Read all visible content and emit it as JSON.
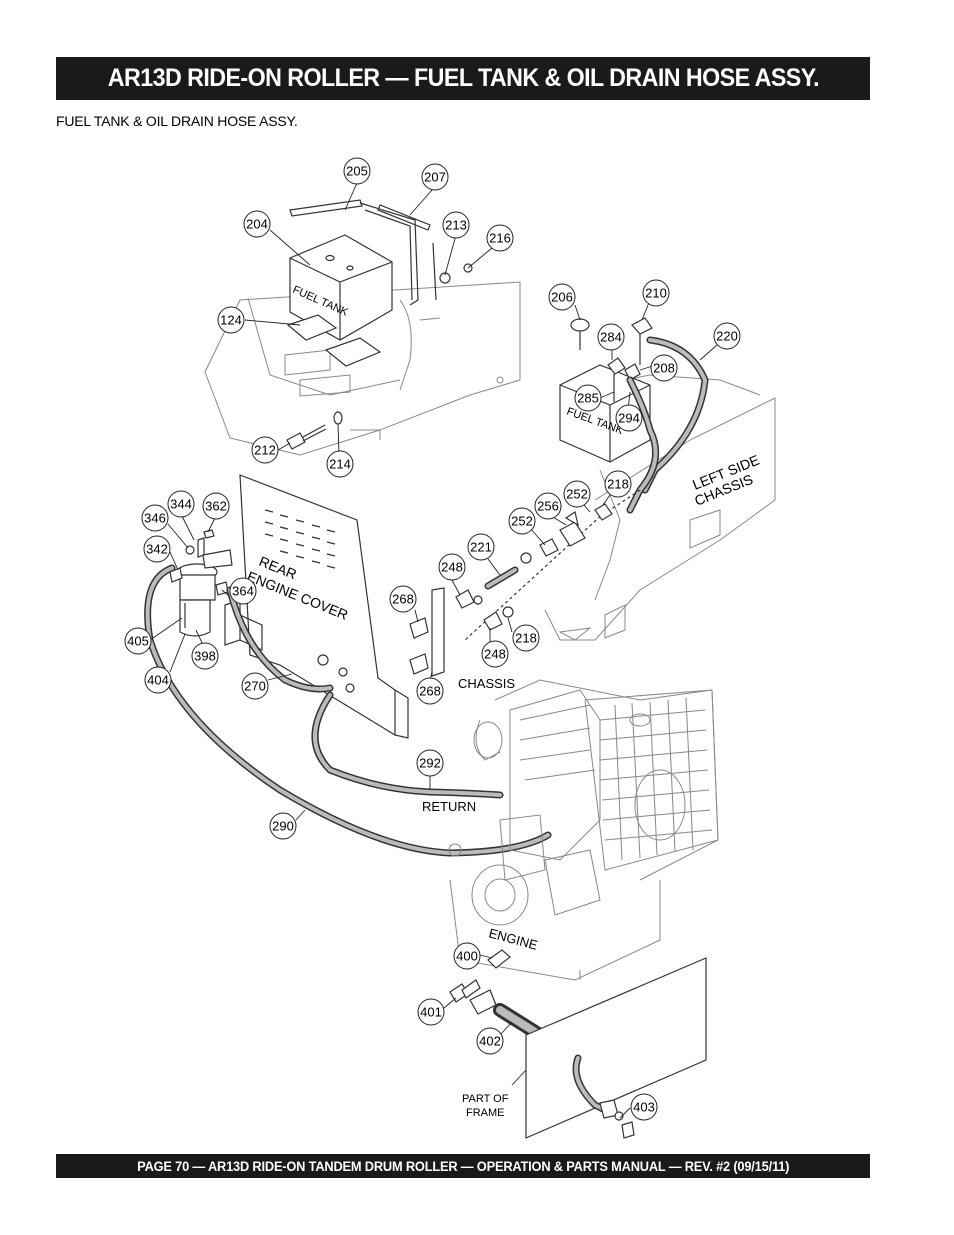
{
  "header": {
    "title": "AR13D RIDE-ON ROLLER — FUEL TANK & OIL DRAIN HOSE ASSY.",
    "subtitle": "FUEL TANK & OIL DRAIN HOSE ASSY."
  },
  "footer": {
    "text": "PAGE 70 — AR13D RIDE-ON TANDEM DRUM ROLLER — OPERATION & PARTS MANUAL — REV. #2 (09/15/11)"
  },
  "diagram_labels": {
    "fuel_tank_1": "FUEL TANK",
    "fuel_tank_2": "FUEL TANK",
    "left_side_chassis_1": "LEFT SIDE",
    "left_side_chassis_2": "CHASSIS",
    "rear_engine_cover_1": "REAR",
    "rear_engine_cover_2": "ENGINE COVER",
    "chassis": "CHASSIS",
    "return": "RETURN",
    "engine": "ENGINE",
    "part_of_frame_1": "PART OF",
    "part_of_frame_2": "FRAME"
  },
  "callouts": {
    "c205": "205",
    "c207": "207",
    "c204": "204",
    "c213": "213",
    "c216": "216",
    "c124": "124",
    "c206": "206",
    "c210": "210",
    "c284": "284",
    "c220": "220",
    "c208": "208",
    "c285": "285",
    "c294": "294",
    "c212": "212",
    "c214": "214",
    "c218a": "218",
    "c252a": "252",
    "c256": "256",
    "c252b": "252",
    "c221": "221",
    "c248a": "248",
    "c268a": "268",
    "c218b": "218",
    "c248b": "248",
    "c268b": "268",
    "c344": "344",
    "c362": "362",
    "c346": "346",
    "c342": "342",
    "c364": "364",
    "c405": "405",
    "c398": "398",
    "c404": "404",
    "c270": "270",
    "c292": "292",
    "c290": "290",
    "c400": "400",
    "c401": "401",
    "c402": "402",
    "c403": "403"
  }
}
